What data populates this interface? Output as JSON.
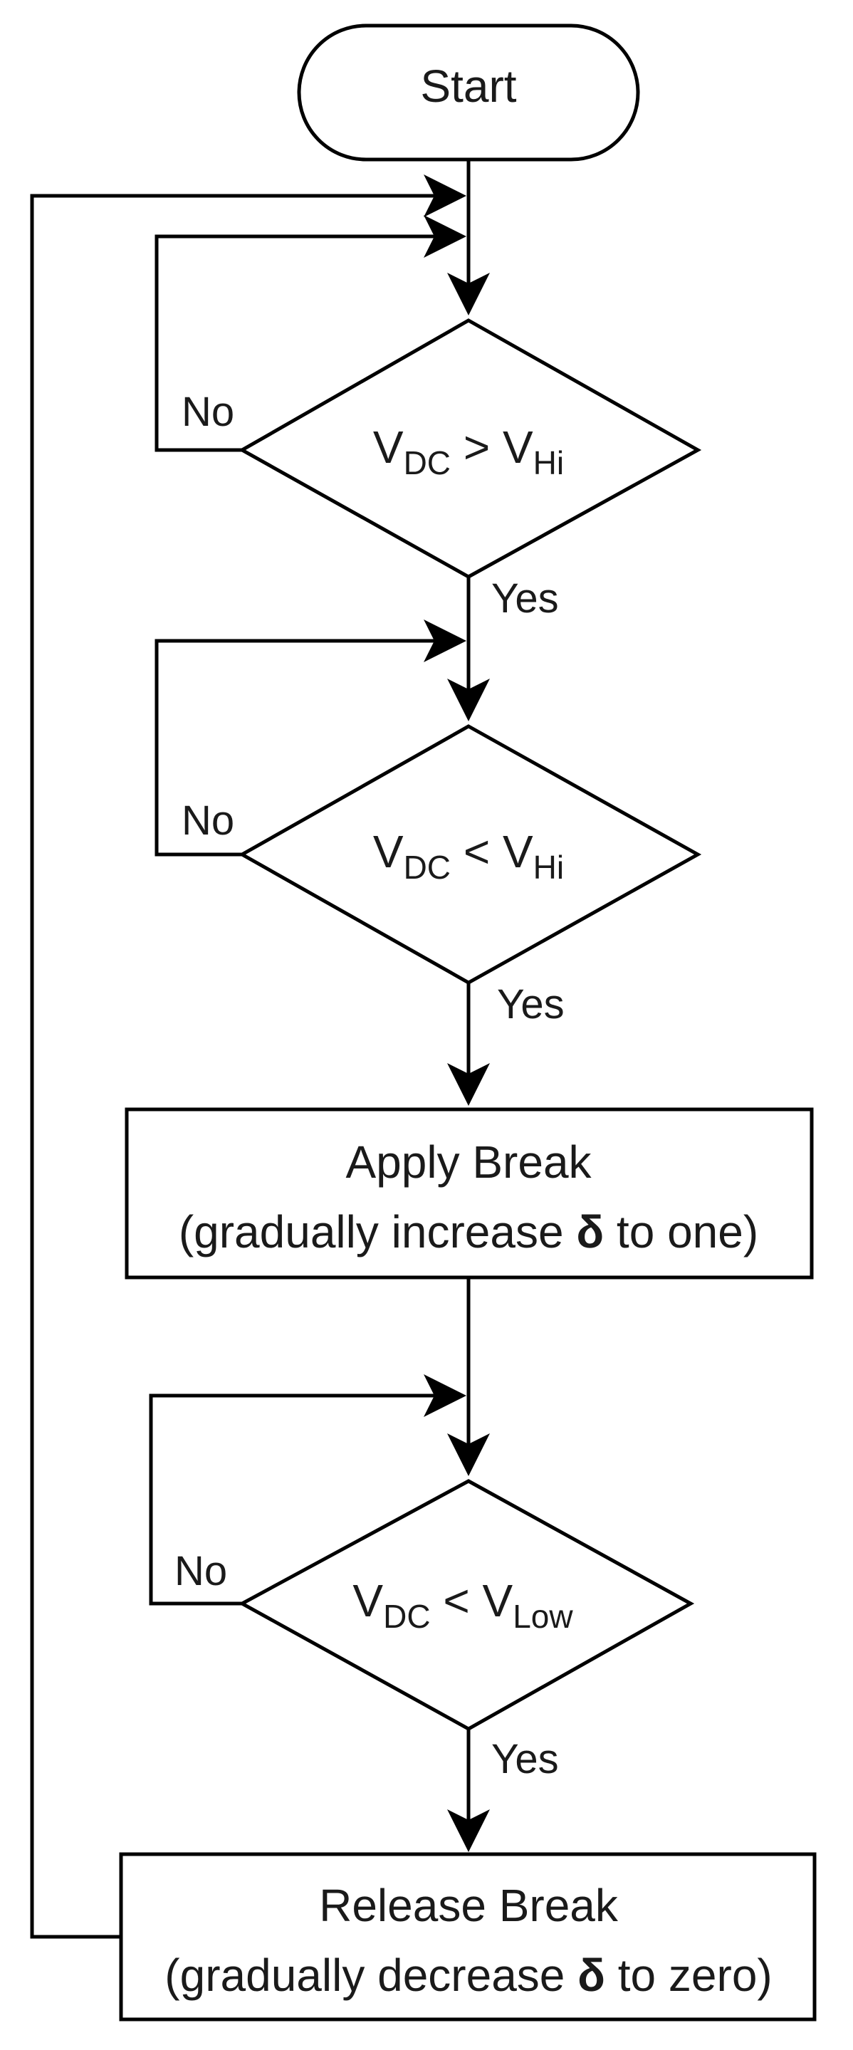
{
  "nodes": {
    "start": {
      "label": "Start"
    },
    "cond1": {
      "lhs": "V",
      "lhs_sub": "DC",
      "op": ">",
      "rhs": "V",
      "rhs_sub": "Hi"
    },
    "cond2": {
      "lhs": "V",
      "lhs_sub": "DC",
      "op": "<",
      "rhs": "V",
      "rhs_sub": "Hi"
    },
    "apply": {
      "line1": "Apply Break",
      "line2_pre": "(gradually increase ",
      "line2_sym": "δ",
      "line2_post": " to one)"
    },
    "cond3": {
      "lhs": "V",
      "lhs_sub": "DC",
      "op": "<",
      "rhs": "V",
      "rhs_sub": "Low"
    },
    "release": {
      "line1": "Release Break",
      "line2_pre": "(gradually decrease ",
      "line2_sym": "δ",
      "line2_post": " to zero)"
    }
  },
  "edges": {
    "cond1_no": "No",
    "cond1_yes": "Yes",
    "cond2_no": "No",
    "cond2_yes": "Yes",
    "cond3_no": "No",
    "cond3_yes": "Yes"
  }
}
